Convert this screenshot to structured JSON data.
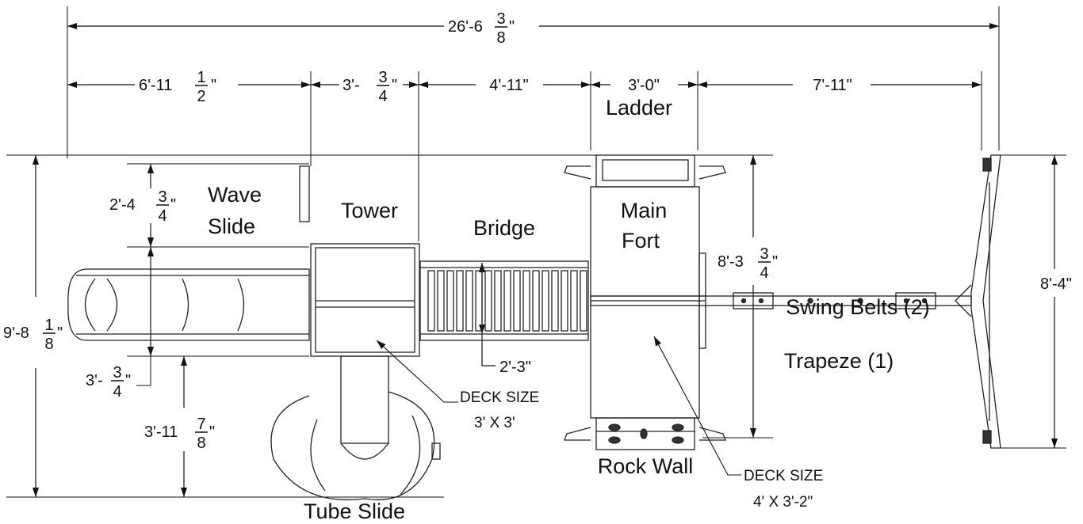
{
  "dimensions": {
    "overall_width": {
      "whole": "26'-6",
      "num": "3",
      "den": "8",
      "unit": "\""
    },
    "wave_slide_width": {
      "whole": "6'-11",
      "num": "1",
      "den": "2",
      "unit": "\""
    },
    "tower_width": {
      "whole": "3'-",
      "num": "3",
      "den": "4",
      "unit": "\""
    },
    "bridge_width": "4'-11\"",
    "ladder_width": "3'-0\"",
    "swing_width": "7'-11\"",
    "overall_depth": {
      "whole": "9'-8",
      "num": "1",
      "den": "8",
      "unit": "\""
    },
    "wave_upper": {
      "whole": "2'-4",
      "num": "3",
      "den": "4",
      "unit": "\""
    },
    "wave_lower": {
      "whole": "3'-",
      "num": "3",
      "den": "4",
      "unit": "\""
    },
    "tube_depth": {
      "whole": "3'-11",
      "num": "7",
      "den": "8",
      "unit": "\""
    },
    "bridge_depth": "2'-3\"",
    "fort_depth": {
      "whole": "8'-3",
      "num": "3",
      "den": "4",
      "unit": "\""
    },
    "swing_depth": "8'-4\""
  },
  "labels": {
    "wave_slide": [
      "Wave",
      "Slide"
    ],
    "tower": "Tower",
    "bridge": "Bridge",
    "ladder": "Ladder",
    "main_fort": [
      "Main",
      "Fort"
    ],
    "swing": [
      "Swing Belts (2)",
      "Trapeze (1)"
    ],
    "rock_wall": "Rock Wall",
    "tube_slide": "Tube Slide"
  },
  "notes": {
    "tower_deck": [
      "DECK SIZE",
      "3' X 3'"
    ],
    "fort_deck": [
      "DECK SIZE",
      "4' X 3'-2\""
    ]
  }
}
